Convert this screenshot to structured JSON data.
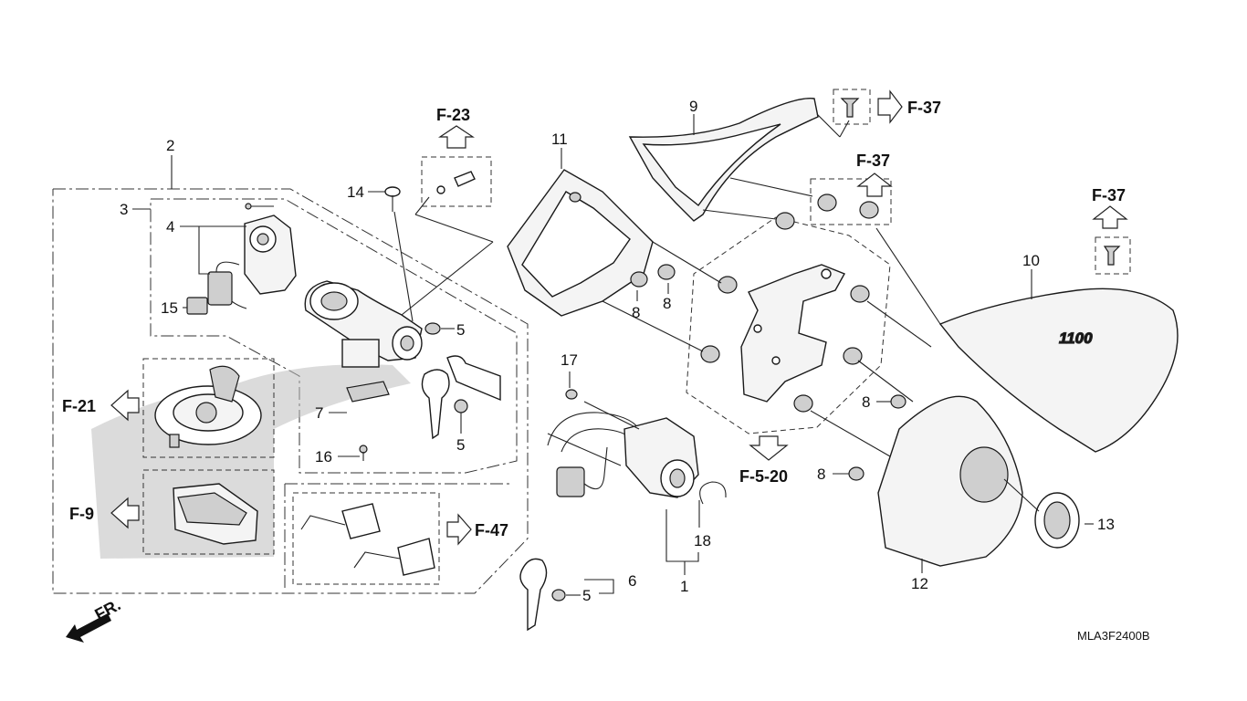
{
  "diagram": {
    "code": "MLA3F2400B",
    "front_label": "FR.",
    "part_numbers": {
      "p1": "1",
      "p2": "2",
      "p3": "3",
      "p4": "4",
      "p5a": "5",
      "p5b": "5",
      "p5c": "5",
      "p6": "6",
      "p7": "7",
      "p8a": "8",
      "p8b": "8",
      "p8c": "8",
      "p8d": "8",
      "p9": "9",
      "p10": "10",
      "p11": "11",
      "p12": "12",
      "p13": "13",
      "p14": "14",
      "p15": "15",
      "p16": "16",
      "p17": "17",
      "p18": "18"
    },
    "references": {
      "f23": "F-23",
      "f37a": "F-37",
      "f37b": "F-37",
      "f37c": "F-37",
      "f21": "F-21",
      "f9": "F-9",
      "f47": "F-47",
      "f520": "F-5-20"
    },
    "cover_emblem": "1100"
  }
}
